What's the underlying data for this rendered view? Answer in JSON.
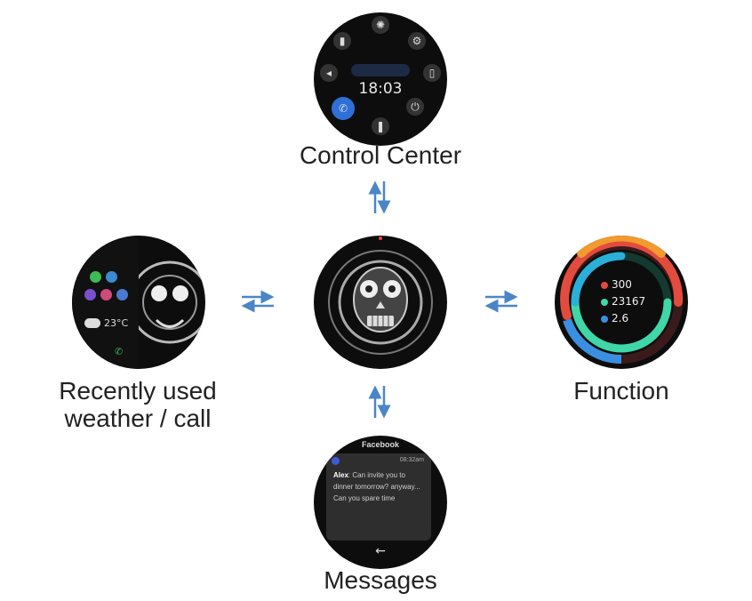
{
  "labels": {
    "control_center": "Control Center",
    "recent_line1": "Recently used",
    "recent_line2": "weather / call",
    "function": "Function",
    "messages": "Messages"
  },
  "control_center_watch": {
    "time": "18:03",
    "icons": [
      "battery-icon",
      "brightness-icon",
      "settings-icon",
      "phone-icon",
      "flashlight-icon",
      "power-icon",
      "card-icon",
      "speaker-icon"
    ]
  },
  "recent_watch": {
    "temperature": "23°C",
    "app_colors": [
      "#3cba54",
      "#7a4fd0",
      "#d04a7a",
      "#4a7ad0",
      "#e24a3a",
      "#3c8ad0"
    ]
  },
  "function_watch": {
    "rows": [
      {
        "value": "300",
        "color": "#e24b3d"
      },
      {
        "value": "23167",
        "color": "#3fd7a8"
      },
      {
        "value": "2.6",
        "color": "#3b8fe0"
      }
    ]
  },
  "messages_watch": {
    "app": "Facebook",
    "time": "08:32am",
    "sender": "Alex",
    "text": "Can invite you to dinner tomorrow? anyway... Can you spare time",
    "back": "←"
  },
  "colors": {
    "arrow": "#4a86c7"
  }
}
